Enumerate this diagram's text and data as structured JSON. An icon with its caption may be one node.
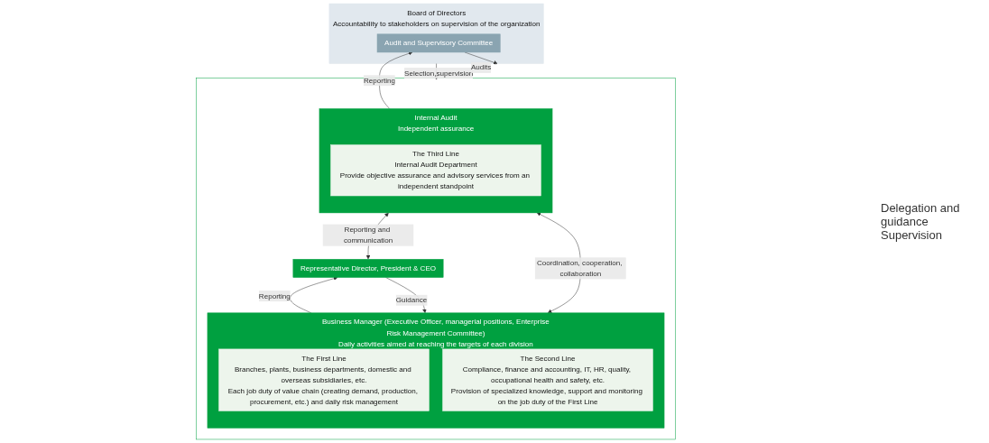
{
  "diagram": {
    "nodes": [
      {
        "text": [
          "Board of Directors",
          "Accountability to stakeholders on supervision of the organization"
        ]
      },
      {
        "text": [
          "Audit and Supervisory Committee"
        ],
        "in": 0
      },
      {
        "text": [],
        "shape": "box"
      },
      {
        "text": [
          "Representative Director, President & CEO"
        ],
        "in": 2
      },
      {
        "text": [
          "Business Manager (Executive Officer, managerial positions, Enterprise Risk Management Committee)",
          "Daily activities aimed at reaching the targets of each division"
        ],
        "in": 2
      },
      {
        "text": [
          "The First Line",
          "Branches, plants, business departments, domestic and overseas subsidiaries, etc.",
          "Each job duty of value chain (creating demand, production, procurement, etc.) and daily risk management"
        ],
        "in": 4
      },
      {
        "text": [
          "The Second Line",
          "Compliance, finance and accounting, IT, HR, quality, occupational health and safety, etc.",
          "Provision of specialized knowledge, support and monitoring on the job duty of the First Line"
        ],
        "in": 4
      },
      {
        "text": [
          "Internal Audit",
          "Independent assurance"
        ],
        "in": 2
      },
      {
        "text": [
          "The Third Line",
          "Internal Audit Department",
          "Provide objective assurance and advisory services from an independent standpoint"
        ],
        "in": 7
      }
    ],
    "edges": [
      {
        "from": 0,
        "to": 2,
        "arrow": "to",
        "label": "Selection,supervision"
      },
      {
        "from": 1,
        "to": 2,
        "arrow": "to",
        "label": "Audits"
      },
      {
        "from": 7,
        "to": 1,
        "arrow": "to",
        "label": "Reporting"
      },
      {
        "from": 3,
        "to": 7,
        "arrow": "both",
        "label": "Reporting and communication"
      },
      {
        "from": 3,
        "to": 4,
        "arrow": "to",
        "label": "Guidance"
      },
      {
        "from": 4,
        "to": 3,
        "arrow": "to",
        "label": "Reporting"
      },
      {
        "from": 4,
        "to": 7,
        "arrow": "both",
        "label": "Coordination, cooperation, collaboration"
      }
    ],
    "labels": [
      "Delegation and guidance Supervision"
    ]
  }
}
